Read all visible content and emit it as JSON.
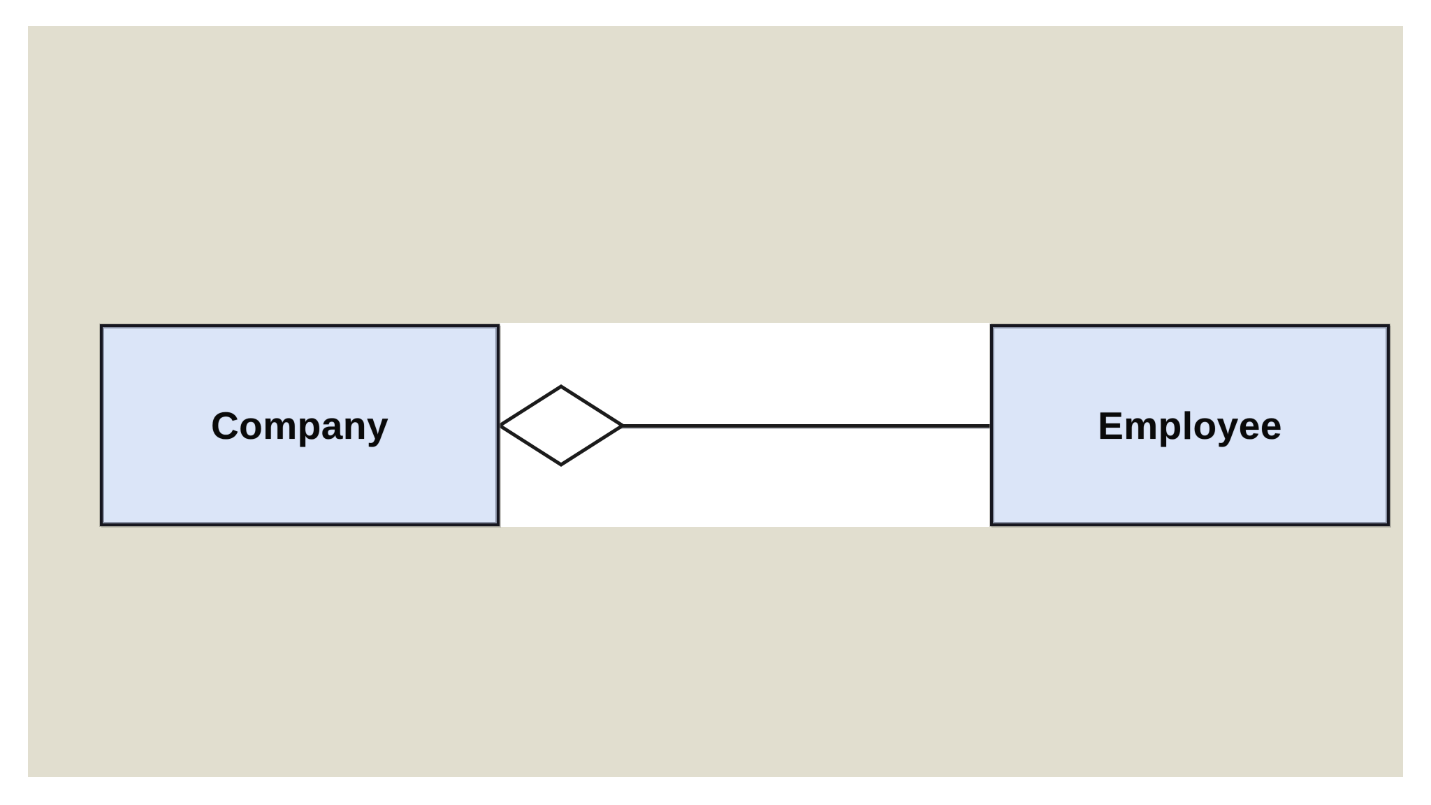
{
  "diagram": {
    "kind": "entity-relationship-aggregation",
    "entities": [
      {
        "id": "company",
        "label": "Company"
      },
      {
        "id": "employee",
        "label": "Employee"
      }
    ],
    "relationship": {
      "shape": "diamond",
      "diamond_filled": false,
      "from": "Company",
      "to": "Employee"
    }
  },
  "colors": {
    "page-margin-bg": "#ffffff",
    "canvas-bg": "#e1decf",
    "entity-fill": "#dbe5f8",
    "entity-border": "#16161f",
    "connector": "#1b1b1b",
    "diamond-fill": "#ffffff",
    "label-color": "#0a0a0a"
  }
}
